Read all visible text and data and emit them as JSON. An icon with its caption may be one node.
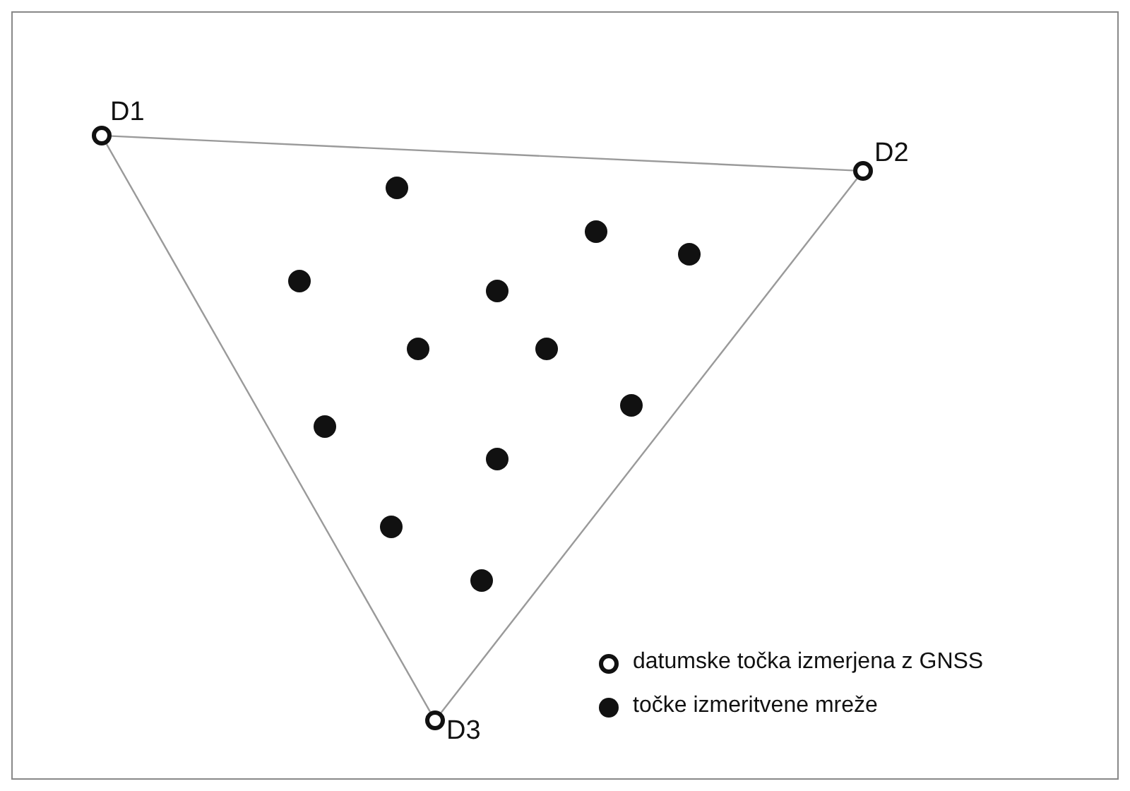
{
  "diagram": {
    "nodes": [
      {
        "text": [],
        "shape": "circle",
        "beside": [
          "D1"
        ]
      },
      {
        "text": [],
        "shape": "circle",
        "beside": [
          "D2"
        ]
      },
      {
        "text": [],
        "shape": "circle",
        "beside": [
          "D3"
        ]
      },
      {
        "text": [],
        "shape": "dot"
      },
      {
        "text": [],
        "shape": "dot"
      },
      {
        "text": [],
        "shape": "dot"
      },
      {
        "text": [],
        "shape": "dot"
      },
      {
        "text": [],
        "shape": "dot"
      },
      {
        "text": [],
        "shape": "dot"
      },
      {
        "text": [],
        "shape": "dot"
      },
      {
        "text": [],
        "shape": "dot"
      },
      {
        "text": [],
        "shape": "dot"
      },
      {
        "text": [],
        "shape": "dot"
      },
      {
        "text": [],
        "shape": "dot"
      },
      {
        "text": [],
        "shape": "dot"
      }
    ],
    "edges": [
      {
        "from": 0,
        "to": 1,
        "arrow": "none"
      },
      {
        "from": 1,
        "to": 2,
        "arrow": "none"
      },
      {
        "from": 2,
        "to": 0,
        "arrow": "none"
      }
    ],
    "legend": [
      {
        "text": "datumske točka izmerjena z GNSS"
      },
      {
        "text": "točke izmeritvene mreže"
      }
    ]
  }
}
